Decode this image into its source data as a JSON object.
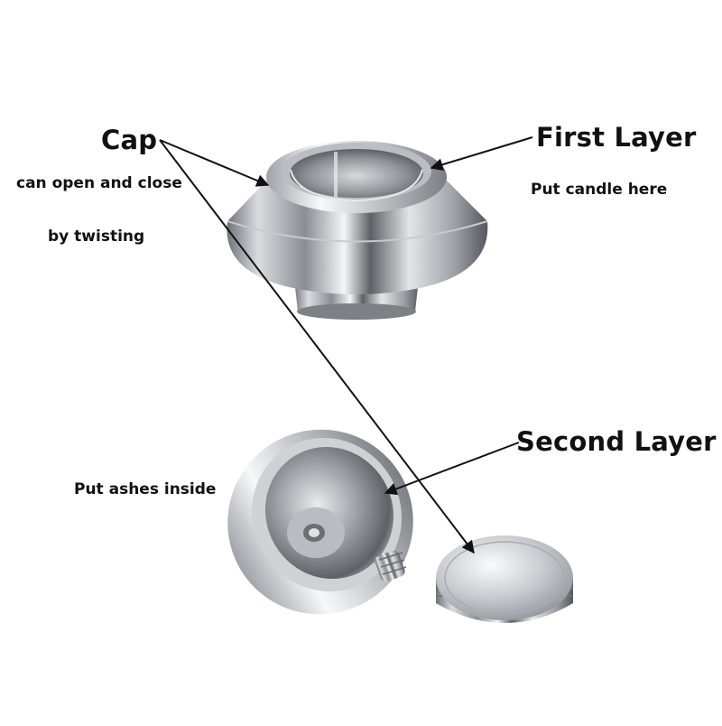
{
  "labels": {
    "cap_title": "Cap",
    "cap_desc_line1": "can open and close",
    "cap_desc_line2": "by  twisting",
    "first_layer_title": "First Layer",
    "first_layer_desc": "Put candle here",
    "second_layer_title": "Second Layer",
    "second_layer_desc": "Put ashes inside"
  },
  "colors": {
    "text": "#111111",
    "arrow": "#111111",
    "background": "#ffffff"
  }
}
